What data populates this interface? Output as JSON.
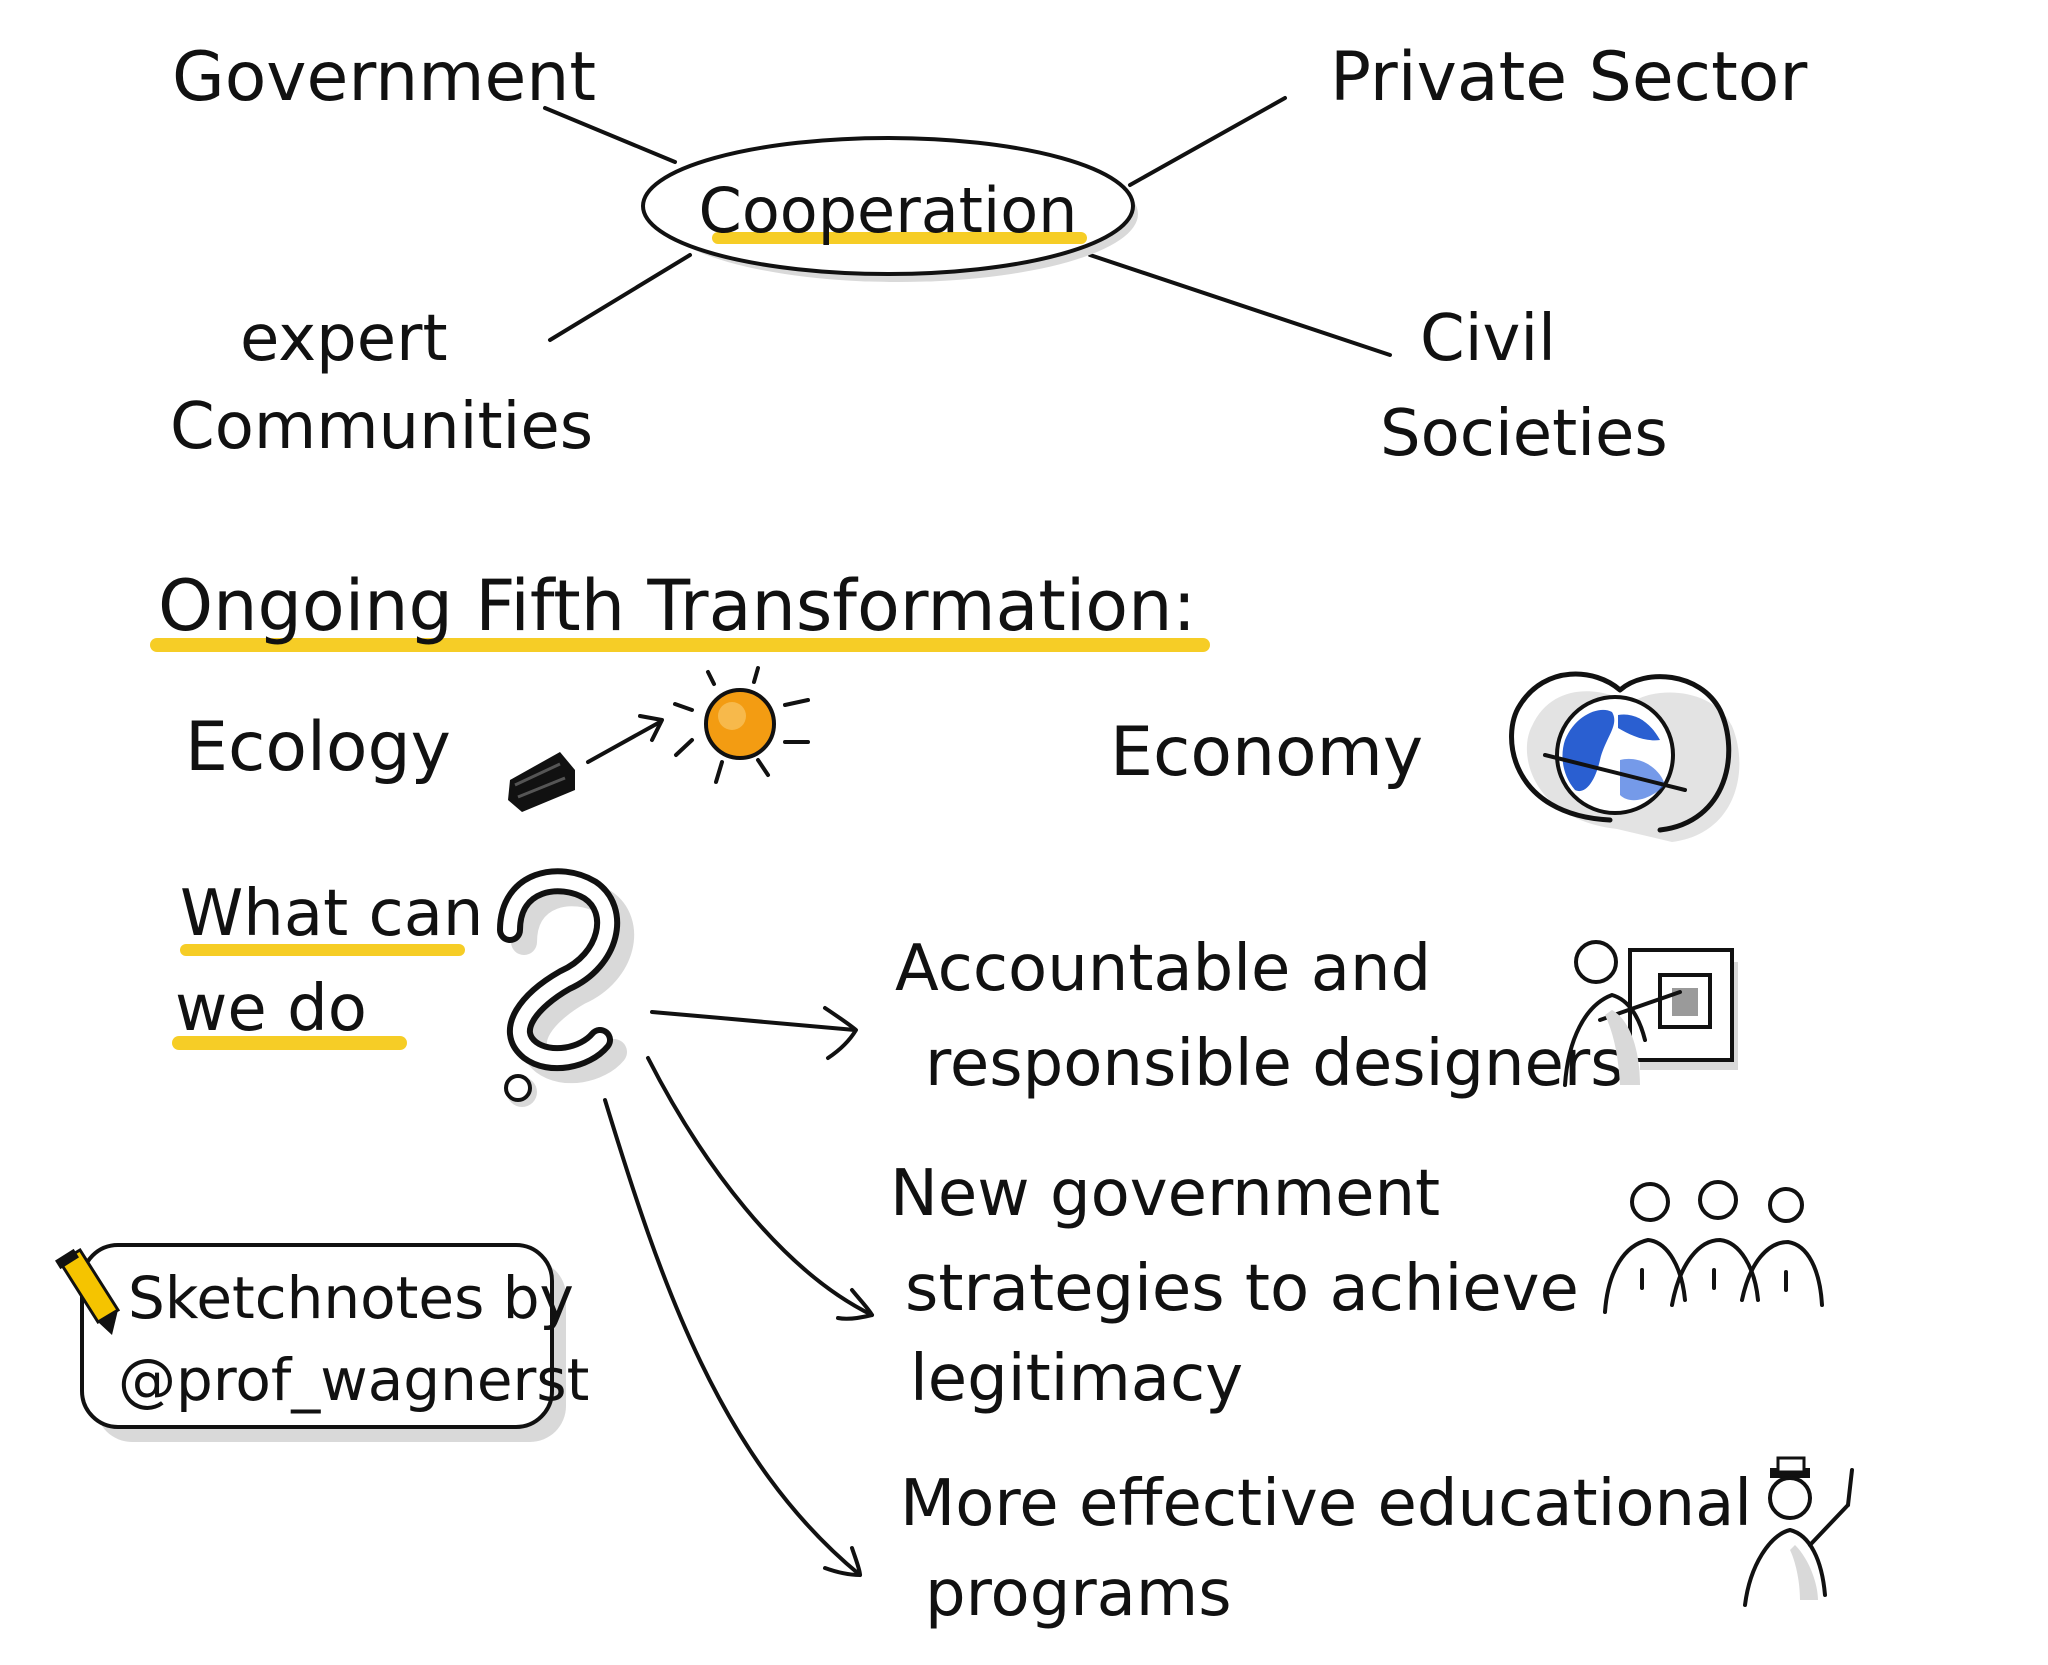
{
  "mindmap": {
    "center": "Cooperation",
    "nodes": {
      "government": "Government",
      "private_sector": "Private Sector",
      "expert_line1": "expert",
      "expert_line2": "Communities",
      "civil_line1": "Civil",
      "civil_line2": "Societies"
    }
  },
  "transformation": {
    "heading": "Ongoing Fifth Transformation:",
    "ecology": "Ecology",
    "economy": "Economy"
  },
  "question": {
    "line1": "What can",
    "line2": "we do",
    "mark": "?"
  },
  "answers": [
    {
      "line1": "Accountable and",
      "line2": "responsible designers",
      "line3": ""
    },
    {
      "line1": "New government",
      "line2": "strategies to achieve",
      "line3": "legitimacy"
    },
    {
      "line1": "More effective educational",
      "line2": "programs",
      "line3": ""
    }
  ],
  "credit": {
    "line1": "Sketchnotes by",
    "line2": "@prof_wagnerst"
  },
  "colors": {
    "ink": "#111111",
    "highlight": "#f5c400",
    "sun": "#f39c12",
    "globe": "#2a5fd1",
    "shadow": "#d9d9d9"
  }
}
